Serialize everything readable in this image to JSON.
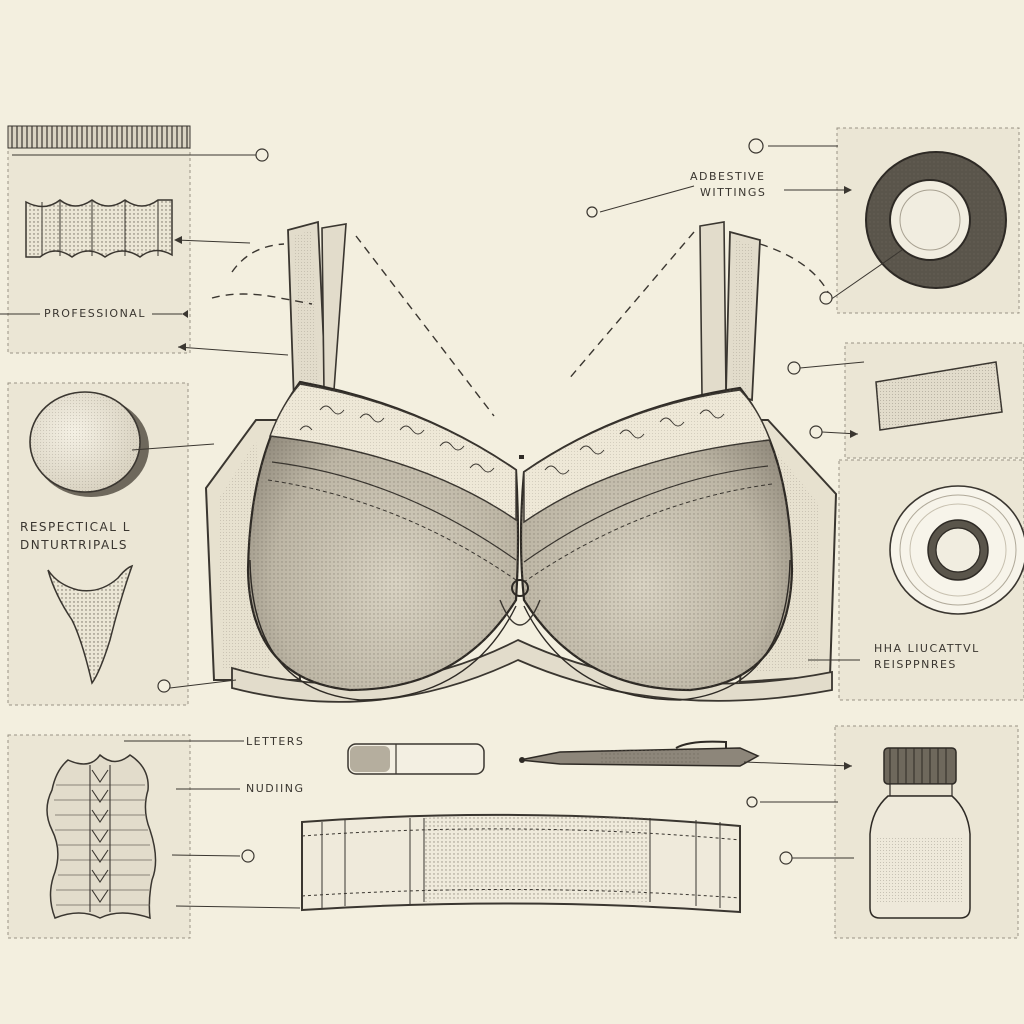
{
  "labels": {
    "professional": "PROFESSIONAL",
    "respectical_l1": "RESPECTICAL L",
    "respectical_l2": "DNTURTRIPALS",
    "adhesive_l1": "ADBESTIVE",
    "adhesive_l2": "WITTINGS",
    "hha_l1": "HHA LIUCATTVL",
    "hha_l2": "REISPPNRES",
    "letters": "LETTERS",
    "nudding": "NUDIING"
  },
  "colors": {
    "paper": "#f3efdf",
    "ink": "#3a3630",
    "panel": "#ebe6d5",
    "fabric": "#e7e1cf",
    "shade": "#8d867a"
  },
  "icons": [
    "bra-illustration",
    "foam-pad-icon",
    "nipple-cover-icon",
    "adhesive-tape-roll-icon",
    "fabric-strip-icon",
    "tape-roll-icon",
    "lace-panel-icon",
    "glue-stick-icon",
    "pen-icon",
    "bottle-icon",
    "band-strip-icon",
    "pleated-strip-icon"
  ]
}
